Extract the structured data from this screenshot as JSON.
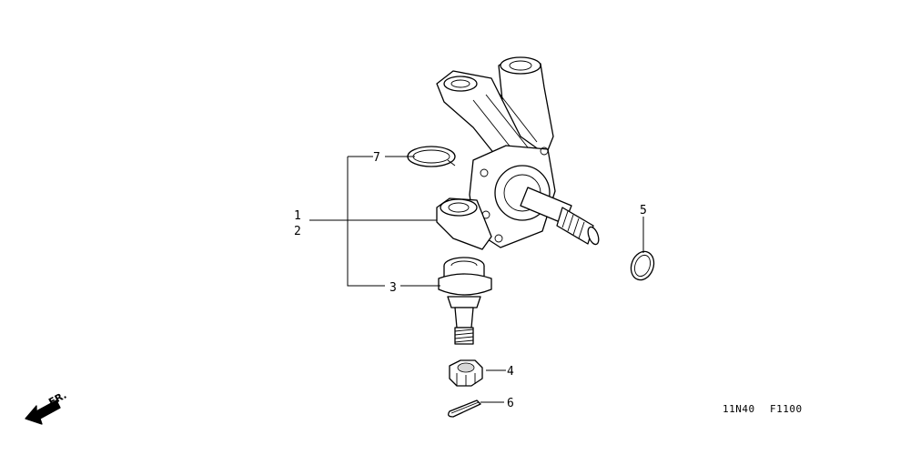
{
  "callouts": {
    "c1": "1",
    "c2": "2",
    "c3": "3",
    "c4": "4",
    "c5": "5",
    "c6": "6",
    "c7": "7"
  },
  "diagram_code": {
    "left": "11N40",
    "right": "F1100"
  },
  "front_arrow": {
    "label": "FR."
  },
  "colors": {
    "line": "#000000",
    "background": "#ffffff"
  }
}
